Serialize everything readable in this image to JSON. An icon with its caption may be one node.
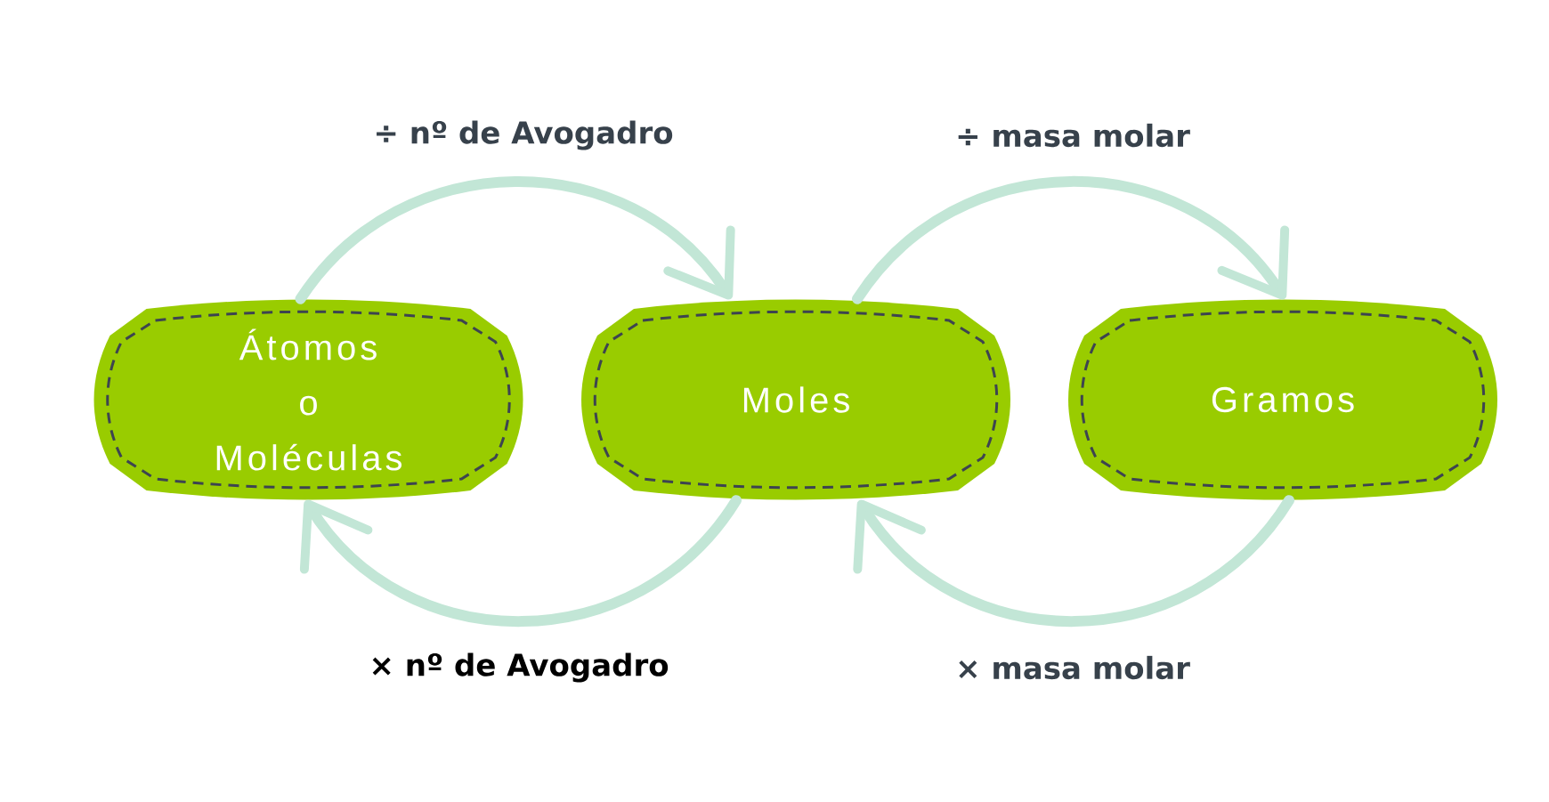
{
  "diagram": {
    "nodes": [
      {
        "text": [
          "Átomos o Moléculas"
        ]
      },
      {
        "text": [
          "Moles"
        ]
      },
      {
        "text": [
          "Gramos"
        ]
      }
    ],
    "edges": [
      {
        "from": 0,
        "to": 1,
        "arrow": "to",
        "label": "÷ nº de Avogadro"
      },
      {
        "from": 1,
        "to": 2,
        "arrow": "to",
        "label": "÷ masa molar"
      },
      {
        "from": 1,
        "to": 0,
        "arrow": "to",
        "label": "× nº de Avogadro"
      },
      {
        "from": 2,
        "to": 1,
        "arrow": "to",
        "label": "× masa molar"
      }
    ]
  }
}
